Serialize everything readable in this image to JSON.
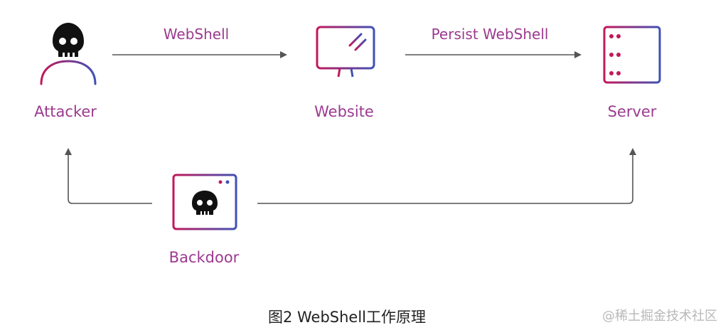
{
  "nodes": {
    "attacker": "Attacker",
    "website": "Website",
    "server": "Server",
    "backdoor": "Backdoor"
  },
  "edges": {
    "attacker_to_website": "WebShell",
    "website_to_server": "Persist WebShell"
  },
  "caption": "图2 WebShell工作原理",
  "watermark": "@稀土掘金技术社区",
  "colors": {
    "label": "#9b3a8f",
    "icon_gradient_start": "#c2185b",
    "icon_gradient_end": "#3f51b5",
    "arrow": "#555555",
    "caption": "#222222",
    "watermark": "#b8b8b8"
  },
  "icons": {
    "attacker": "skull-user-icon",
    "website": "monitor-icon",
    "server": "server-rack-icon",
    "backdoor": "skull-window-icon"
  }
}
